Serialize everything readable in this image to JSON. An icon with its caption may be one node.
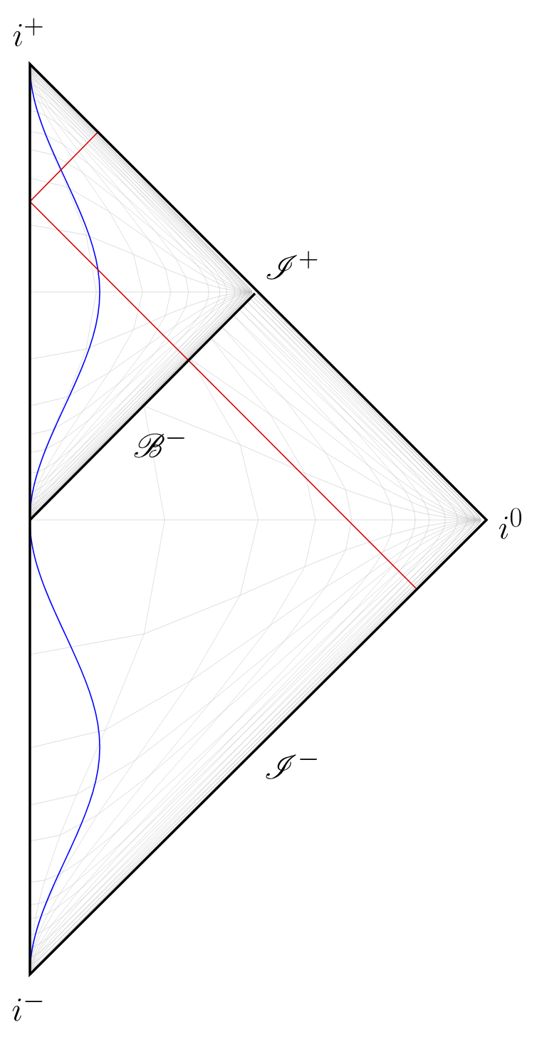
{
  "diagram": {
    "labels": [
      "i^{+}",
      "\\mathscr{I}^{+}",
      "\\mathscr{B}^{-}",
      "i^{0}",
      "\\mathscr{I}^{-}",
      "i^{-}"
    ]
  }
}
